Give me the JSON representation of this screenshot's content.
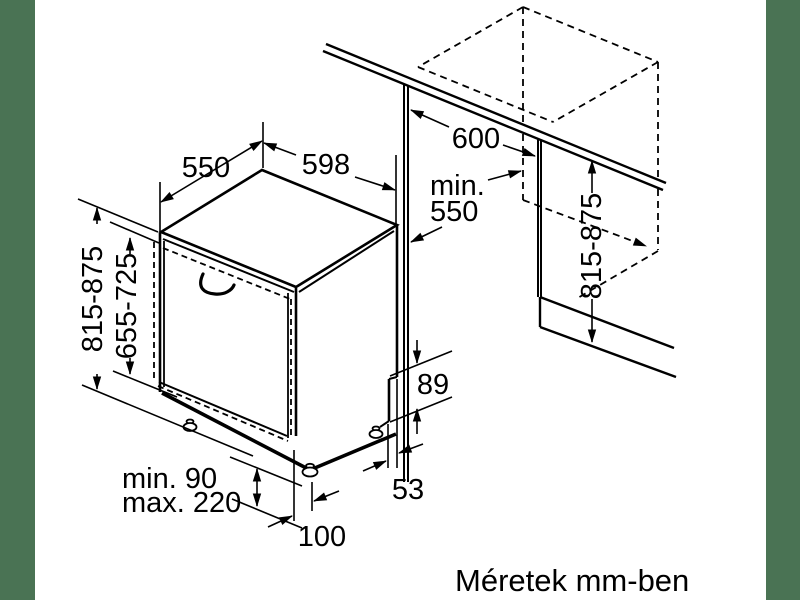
{
  "colors": {
    "sidebar_green": "#4a7354",
    "line": "#000000",
    "background": "#ffffff"
  },
  "caption": "Méretek mm-ben",
  "dimensions": {
    "top_depth": "550",
    "top_width": "598",
    "niche_width": "600",
    "niche_depth_prefix": "min.",
    "niche_depth_value": "550",
    "niche_height": "815-875",
    "appliance_height": "815-875",
    "door_panel_height": "655-725",
    "rear_recess_height": "89",
    "rear_foot_offset": "53",
    "front_foot_offset": "100",
    "plinth_min": "min. 90",
    "plinth_max": "max. 220"
  }
}
